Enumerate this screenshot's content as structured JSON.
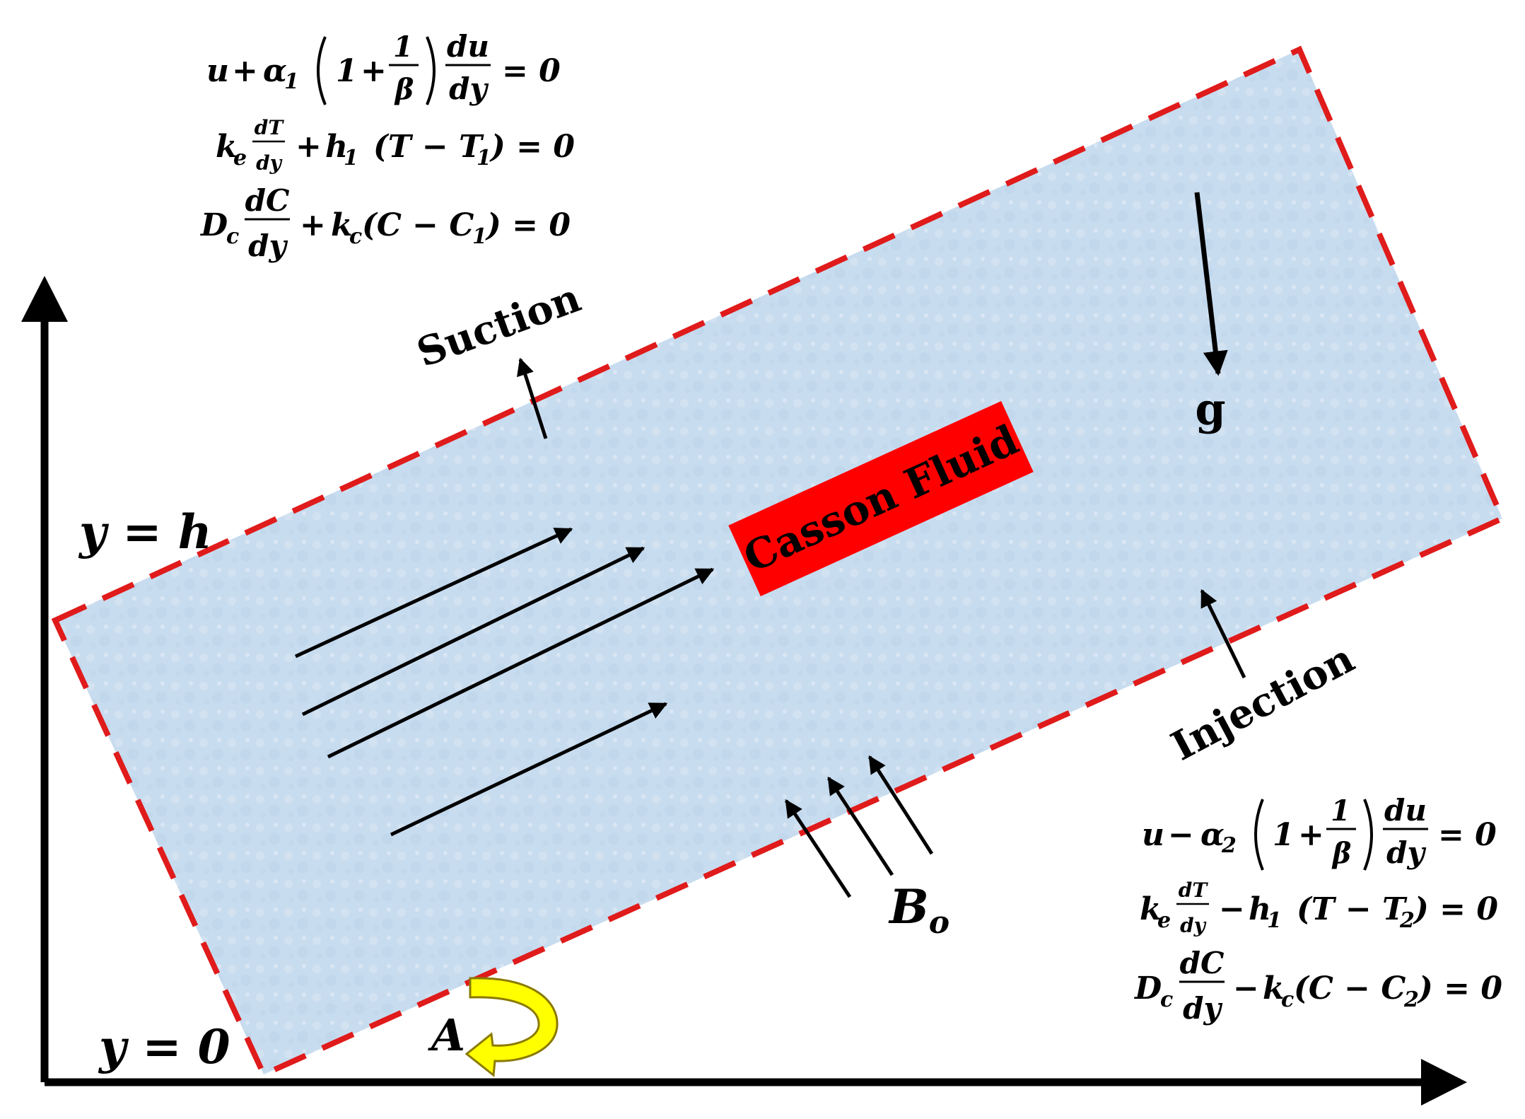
{
  "colors": {
    "fluid_fill": "#c8dcef",
    "boundary": "#e01b1b",
    "label_box": "#ff0000",
    "rotation_arrow": "#ffff00",
    "rotation_outline": "#a09000",
    "ink": "#000000"
  },
  "labels": {
    "suction": "Suction",
    "injection": "Injection",
    "casson_fluid": "Casson Fluid",
    "gravity": "g",
    "y_h": "y = h",
    "y_0": "y = 0",
    "magnetic_field": "B",
    "magnetic_field_sub": "o",
    "rotation": "A"
  },
  "top_equations": {
    "velocity": {
      "u": "u",
      "plus": "+",
      "alpha": "α",
      "sub": "1",
      "one": "1",
      "frac_num": "1",
      "frac_den": "β",
      "du": "du",
      "dy": "dy",
      "eq": "= 0"
    },
    "temperature": {
      "k": "k",
      "ksub": "e",
      "dT": "dT",
      "dy": "dy",
      "plus": "+",
      "h": "h",
      "hsub": "1",
      "paren": "(T − T",
      "tsub": "1",
      "close": ") = 0"
    },
    "concentration": {
      "D": "D",
      "Dsub": "c",
      "dC": "dC",
      "dy": "dy",
      "plus": "+",
      "k": "k",
      "ksub": "c",
      "paren": "(C − C",
      "csub": "1",
      "close": ") = 0"
    }
  },
  "bottom_equations": {
    "velocity": {
      "u": "u",
      "minus": "−",
      "alpha": "α",
      "sub": "2",
      "one": "1",
      "frac_num": "1",
      "frac_den": "β",
      "du": "du",
      "dy": "dy",
      "eq": "= 0"
    },
    "temperature": {
      "k": "k",
      "ksub": "e",
      "dT": "dT",
      "dy": "dy",
      "minus": "−",
      "h": "h",
      "hsub": "1",
      "paren": "(T − T",
      "tsub": "2",
      "close": ") = 0"
    },
    "concentration": {
      "D": "D",
      "Dsub": "c",
      "dC": "dC",
      "dy": "dy",
      "minus": "−",
      "k": "k",
      "ksub": "c",
      "paren": "(C − C",
      "csub": "2",
      "close": ") = 0"
    }
  }
}
